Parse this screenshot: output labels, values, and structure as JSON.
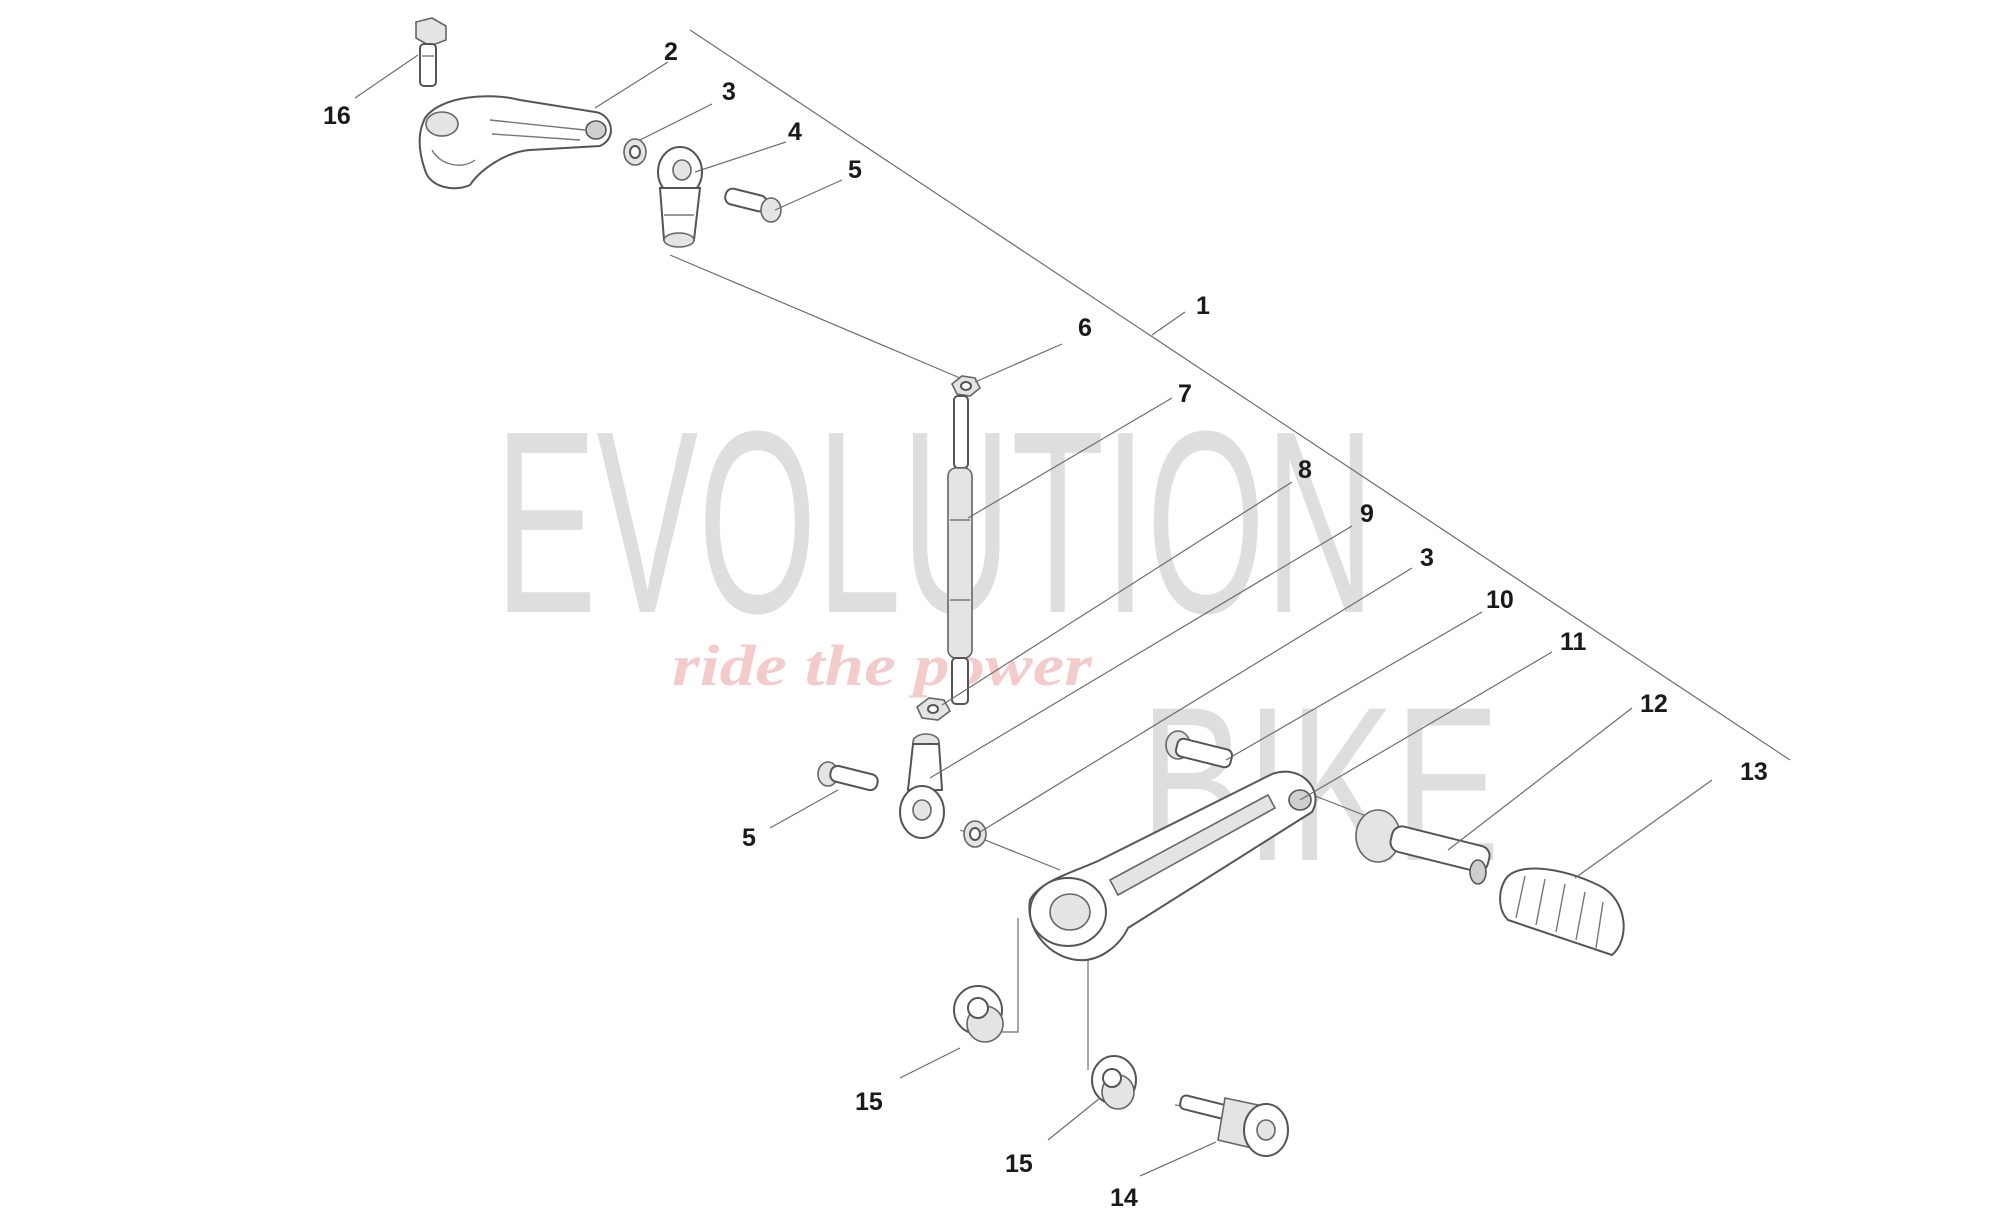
{
  "watermark": {
    "brand_line1": "EvolutiOn",
    "brand_line2": "Bike",
    "tagline": "ride the power",
    "brand_color": "#d9d9d9",
    "tagline_color": "#f3c3c3"
  },
  "callouts": {
    "c1": "1",
    "c2": "2",
    "c3a": "3",
    "c3b": "3",
    "c4": "4",
    "c5a": "5",
    "c5b": "5",
    "c6": "6",
    "c7": "7",
    "c8": "8",
    "c9": "9",
    "c10": "10",
    "c11": "11",
    "c12": "12",
    "c13": "13",
    "c14": "14",
    "c15a": "15",
    "c15b": "15",
    "c16": "16"
  }
}
